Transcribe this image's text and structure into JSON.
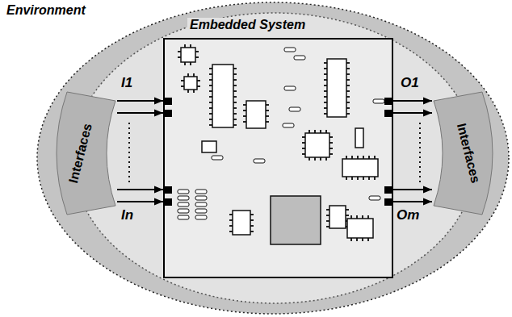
{
  "diagram": {
    "nodes": [
      {
        "text": [
          "Environment"
        ]
      },
      {
        "text": [
          "Interfaces"
        ],
        "in": 0
      },
      {
        "text": [
          "Embedded System"
        ],
        "in": 0
      },
      {
        "text": [
          "Interfaces"
        ],
        "in": 0
      }
    ],
    "edges": [
      {
        "from": 1,
        "to": 2,
        "arrow": "to"
      },
      {
        "from": 1,
        "to": 2,
        "arrow": "to"
      },
      {
        "from": 1,
        "to": 2,
        "arrow": "to"
      },
      {
        "from": 1,
        "to": 2,
        "arrow": "to"
      },
      {
        "from": 2,
        "to": 3,
        "arrow": "to"
      },
      {
        "from": 2,
        "to": 3,
        "arrow": "to"
      },
      {
        "from": 2,
        "to": 3,
        "arrow": "to"
      },
      {
        "from": 2,
        "to": 3,
        "arrow": "to"
      }
    ],
    "labels": [
      "I1",
      "In",
      "O1",
      "Om"
    ]
  }
}
